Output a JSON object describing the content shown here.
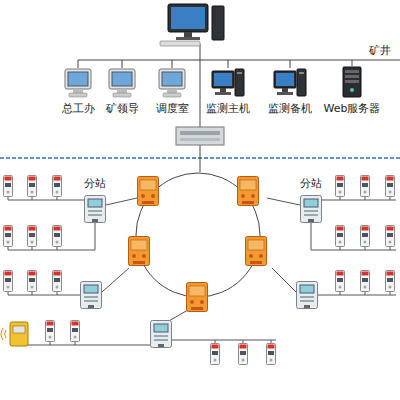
{
  "diagram": {
    "nodes": [
      {
        "text": [
          "总工办"
        ]
      },
      {
        "text": [
          "矿领导"
        ]
      },
      {
        "text": [
          "调度室"
        ]
      },
      {
        "text": [
          "监测主机"
        ]
      },
      {
        "text": [
          "监测备机"
        ]
      },
      {
        "text": [
          "Web服务器"
        ]
      },
      {
        "text": [
          "分站"
        ]
      },
      {
        "text": [
          "分站"
        ]
      }
    ],
    "labels": [
      "矿井"
    ]
  }
}
